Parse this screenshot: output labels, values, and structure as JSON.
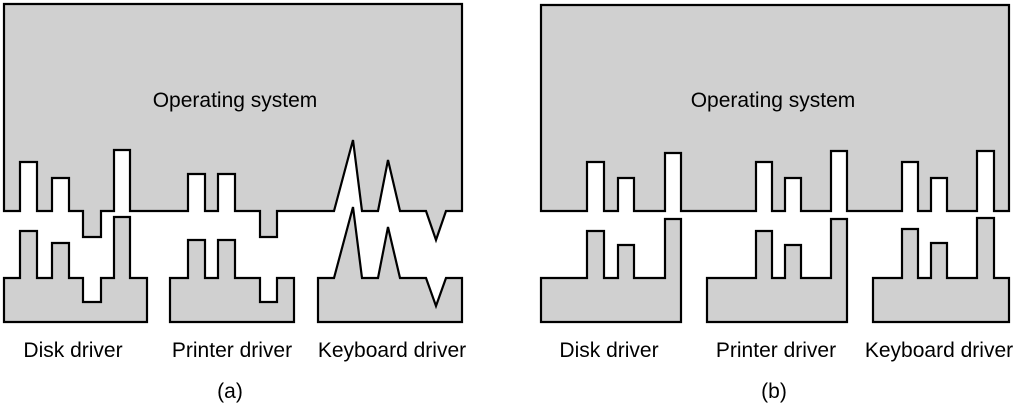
{
  "colors": {
    "fill": "#d0d0d0",
    "stroke": "#000000",
    "background": "#ffffff"
  },
  "panel_a": {
    "os_label": "Operating system",
    "drivers": [
      "Disk driver",
      "Printer driver",
      "Keyboard driver"
    ],
    "caption": "(a)"
  },
  "panel_b": {
    "os_label": "Operating system",
    "drivers": [
      "Disk driver",
      "Printer driver",
      "Keyboard driver"
    ],
    "caption": "(b)"
  }
}
